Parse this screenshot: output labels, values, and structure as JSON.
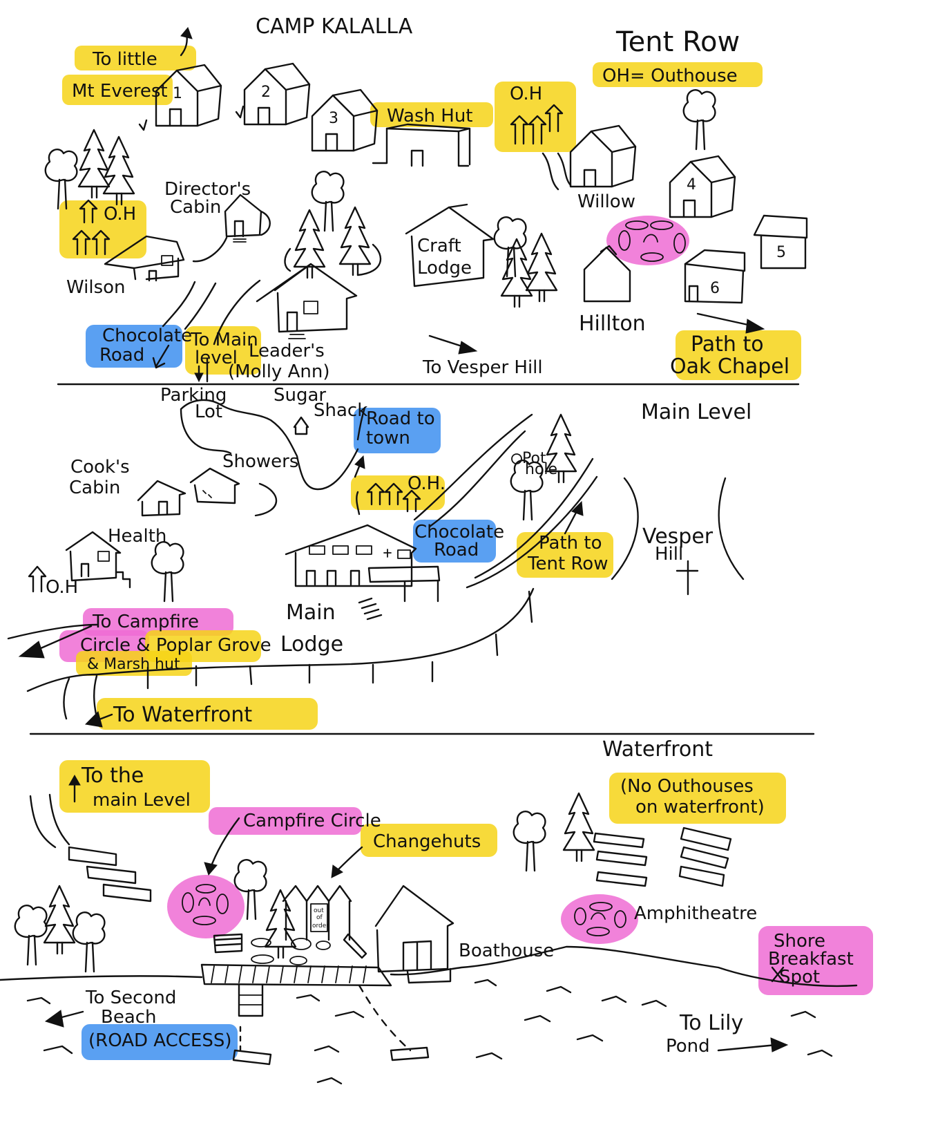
{
  "map": {
    "title": "CAMP KALALLA",
    "sections": {
      "tent_row": "Tent Row",
      "main_level": "Main Level",
      "waterfront": "Waterfront"
    },
    "legend": "OH= Outhouse",
    "highlight_colors": {
      "yellow": "#f6d417",
      "blue": "#3d8ff0",
      "pink": "#ee6cd3"
    },
    "tent_row": {
      "to_little_line1": "To little",
      "to_little_line2": "Mt Everest",
      "cabin_1": "1",
      "cabin_2": "2",
      "cabin_3": "3",
      "cabin_4": "4",
      "cabin_5": "5",
      "cabin_6": "6",
      "wash_hut": "Wash Hut",
      "oh_top": "O.H",
      "oh_left": "O.H",
      "willow": "Willow",
      "directors_line1": "Director's",
      "directors_line2": "Cabin",
      "craft_line1": "Craft",
      "craft_line2": "Lodge",
      "wilson": "Wilson",
      "hillton": "Hillton",
      "chocolate_line1": "Chocolate",
      "chocolate_line2": "Road",
      "to_main_line1": "To Main",
      "to_main_line2": "level",
      "leaders_line1": "Leader's",
      "leaders_line2": "(Molly Ann)",
      "to_vesper": "To Vesper Hill",
      "oak_line1": "Path to",
      "oak_line2": "Oak Chapel"
    },
    "main_level": {
      "parking_line1": "Parking",
      "parking_line2": "Lot",
      "sugar_line1": "Sugar",
      "sugar_line2": "Shack",
      "road_town_line1": "Road to",
      "road_town_line2": "town",
      "cooks_line1": "Cook's",
      "cooks_line2": "Cabin",
      "showers": "Showers",
      "oh_center": "O.H.",
      "pot_line1": "Pot",
      "pot_line2": "hole",
      "health": "Health",
      "oh_left": "O.H",
      "chocolate_line1": "Chocolate",
      "chocolate_line2": "Road",
      "tent_path_line1": "Path to",
      "tent_path_line2": "Tent Row",
      "vesper_line1": "Vesper",
      "vesper_line2": "Hill",
      "main_lodge_line1": "Main",
      "main_lodge_line2": "Lodge",
      "campfire_line1": "To Campfire",
      "campfire_line2": "Circle & Poplar Grove",
      "campfire_line3": "& Marsh hut",
      "to_waterfront": "To Waterfront"
    },
    "waterfront": {
      "to_main_line1": "To the",
      "to_main_line2": "main Level",
      "no_outhouses_line1": "(No Outhouses",
      "no_outhouses_line2": "on waterfront)",
      "campfire_circle": "Campfire Circle",
      "changehuts": "Changehuts",
      "out_of_order_line1": "out",
      "out_of_order_line2": "of",
      "out_of_order_line3": "order",
      "amphitheatre": "Amphitheatre",
      "boathouse": "Boathouse",
      "shore_line1": "Shore",
      "shore_line2": "Breakfast",
      "shore_line3": "Spot",
      "second_beach_line1": "To Second",
      "second_beach_line2": "Beach",
      "second_beach_line3": "(ROAD ACCESS)",
      "lily_line1": "To Lily",
      "lily_line2": "Pond"
    }
  }
}
